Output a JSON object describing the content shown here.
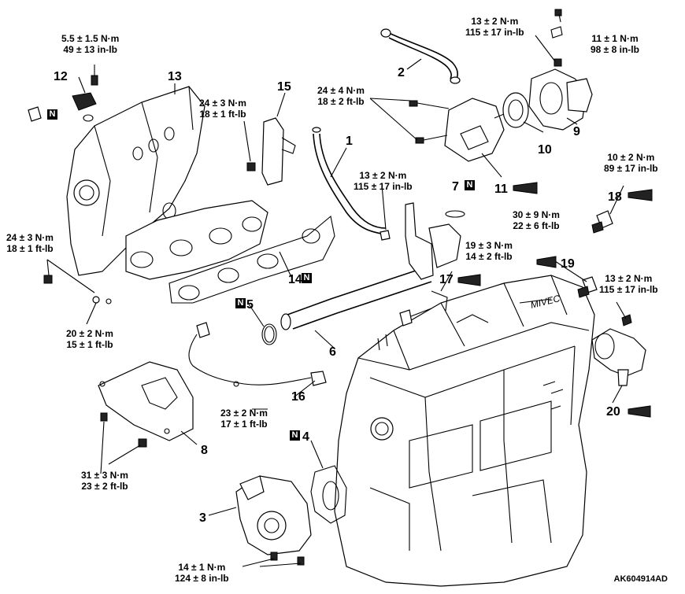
{
  "figure_id": "AK604914AD",
  "callouts": [
    {
      "id": "1",
      "label": "1"
    },
    {
      "id": "2",
      "label": "2"
    },
    {
      "id": "3",
      "label": "3"
    },
    {
      "id": "4",
      "label": "4"
    },
    {
      "id": "5",
      "label": "5"
    },
    {
      "id": "6",
      "label": "6"
    },
    {
      "id": "7",
      "label": "7"
    },
    {
      "id": "8",
      "label": "8"
    },
    {
      "id": "9",
      "label": "9"
    },
    {
      "id": "10",
      "label": "10"
    },
    {
      "id": "11",
      "label": "11"
    },
    {
      "id": "12",
      "label": "12"
    },
    {
      "id": "13",
      "label": "13"
    },
    {
      "id": "14",
      "label": "14"
    },
    {
      "id": "15",
      "label": "15"
    },
    {
      "id": "16",
      "label": "16"
    },
    {
      "id": "17",
      "label": "17"
    },
    {
      "id": "18",
      "label": "18"
    },
    {
      "id": "19",
      "label": "19"
    },
    {
      "id": "20",
      "label": "20"
    }
  ],
  "new_part_mark": "N",
  "torques": [
    {
      "line1": "5.5 ± 1.5 N·m",
      "line2": "49 ± 13 in-lb"
    },
    {
      "line1": "24 ± 3 N·m",
      "line2": "18 ± 1 ft-lb"
    },
    {
      "line1": "24 ± 4 N·m",
      "line2": "18 ± 2 ft-lb"
    },
    {
      "line1": "13 ± 2 N·m",
      "line2": "115 ± 17 in-lb"
    },
    {
      "line1": "11 ± 1 N·m",
      "line2": "98 ± 8 in-lb"
    },
    {
      "line1": "10 ± 2 N·m",
      "line2": "89 ± 17 in-lb"
    },
    {
      "line1": "13 ± 2 N·m",
      "line2": "115 ± 17 in-lb"
    },
    {
      "line1": "30 ± 9 N·m",
      "line2": "22 ± 6 ft-lb"
    },
    {
      "line1": "19 ± 3 N·m",
      "line2": "14 ± 2 ft-lb"
    },
    {
      "line1": "24 ± 3 N·m",
      "line2": "18 ± 1 ft-lb"
    },
    {
      "line1": "13 ± 2 N·m",
      "line2": "115 ± 17 in-lb"
    },
    {
      "line1": "20 ± 2 N·m",
      "line2": "15 ± 1 ft-lb"
    },
    {
      "line1": "23 ± 2 N·m",
      "line2": "17 ± 1 ft-lb"
    },
    {
      "line1": "31 ± 3 N·m",
      "line2": "23 ± 2 ft-lb"
    },
    {
      "line1": "14 ± 1 N·m",
      "line2": "124 ± 8 in-lb"
    }
  ]
}
